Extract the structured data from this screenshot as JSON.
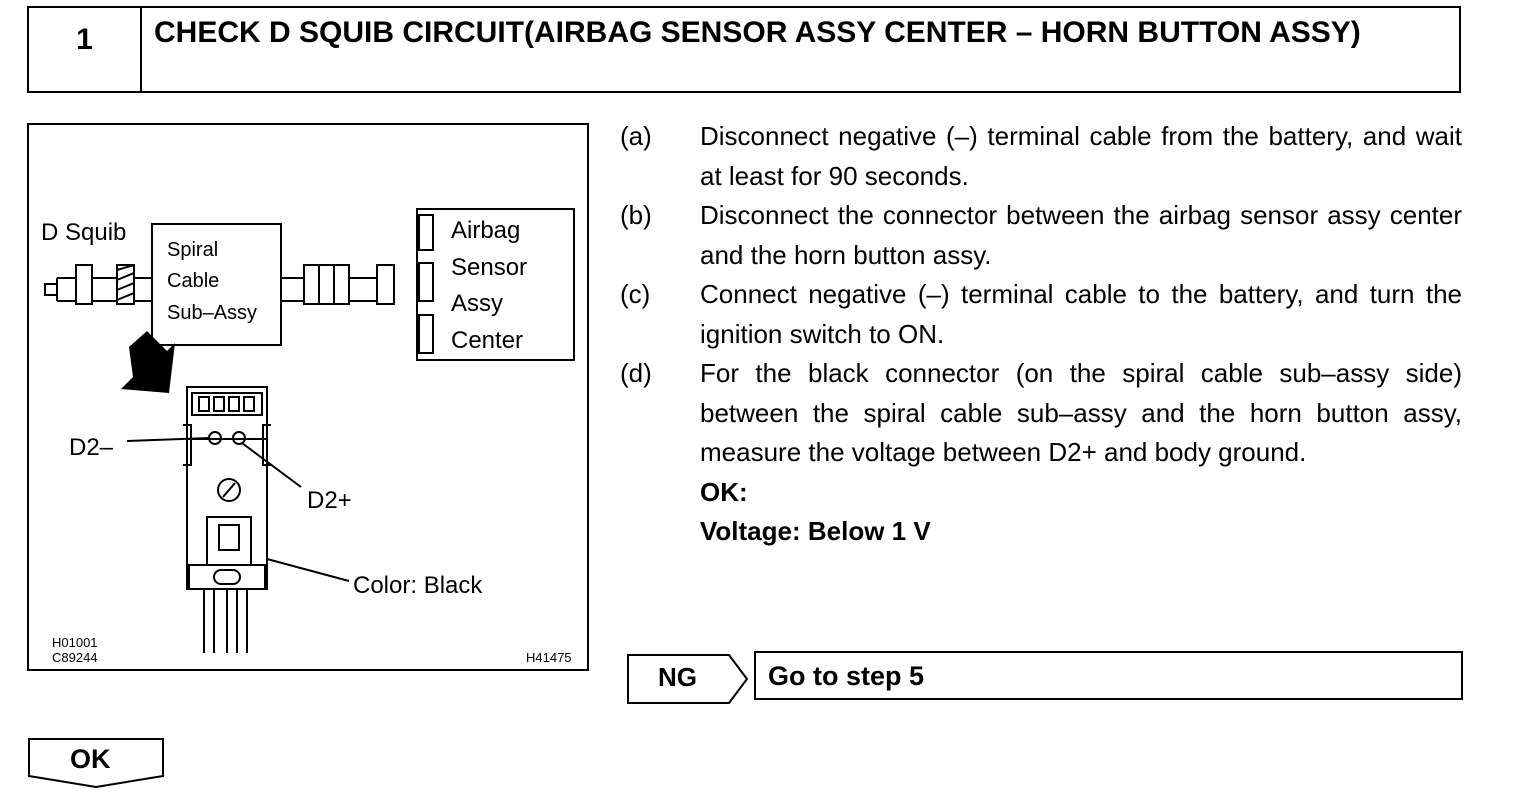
{
  "step": {
    "number": "1",
    "title": "CHECK D SQUIB CIRCUIT(AIRBAG SENSOR ASSY CENTER – HORN BUTTON ASSY)"
  },
  "figure": {
    "d_squib": "D Squib",
    "spiral_lines": [
      "Spiral",
      "Cable",
      "Sub–Assy"
    ],
    "sensor_lines": [
      "Airbag",
      "Sensor",
      "Assy",
      "Center"
    ],
    "d2_minus": "D2–",
    "d2_plus": "D2+",
    "color": "Color: Black",
    "code_left": [
      "H01001",
      "C89244"
    ],
    "code_right": "H41475"
  },
  "instructions": [
    {
      "letter": "(a)",
      "text": "Disconnect negative (–) terminal cable from the battery, and wait at least for 90 seconds."
    },
    {
      "letter": "(b)",
      "text": "Disconnect the connector between the airbag sensor assy center and the horn button assy."
    },
    {
      "letter": "(c)",
      "text": "Connect negative (–) terminal cable to the battery, and turn the ignition switch to ON."
    },
    {
      "letter": "(d)",
      "text": "For the black connector (on the spiral cable sub–assy side) between the spiral cable sub–assy and the horn button assy, measure the voltage between D2+ and body ground."
    }
  ],
  "spec": {
    "ok_label": "OK:",
    "value": "Voltage: Below 1 V"
  },
  "result": {
    "ng_label": "NG",
    "ng_action": "Go to step 5",
    "ok_label": "OK"
  }
}
